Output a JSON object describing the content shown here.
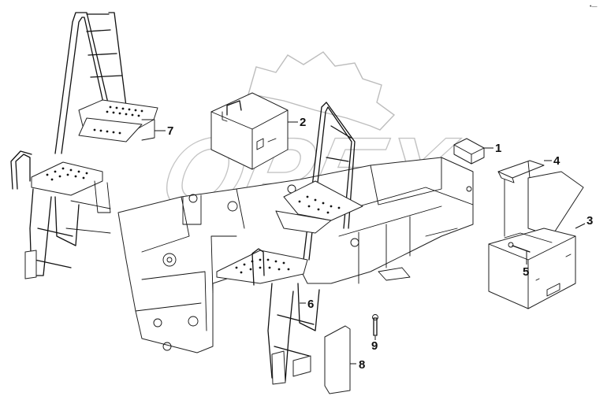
{
  "watermark": {
    "text": "OPEX",
    "color": "#bdbdbd"
  },
  "corner_mark": "•—",
  "callouts": [
    {
      "id": "1",
      "label": "1"
    },
    {
      "id": "2",
      "label": "2"
    },
    {
      "id": "3",
      "label": "3"
    },
    {
      "id": "4",
      "label": "4"
    },
    {
      "id": "5",
      "label": "5"
    },
    {
      "id": "6",
      "label": "6"
    },
    {
      "id": "7",
      "label": "7"
    },
    {
      "id": "8",
      "label": "8"
    },
    {
      "id": "9",
      "label": "9"
    }
  ],
  "colors": {
    "line": "#111111",
    "background": "#ffffff"
  }
}
